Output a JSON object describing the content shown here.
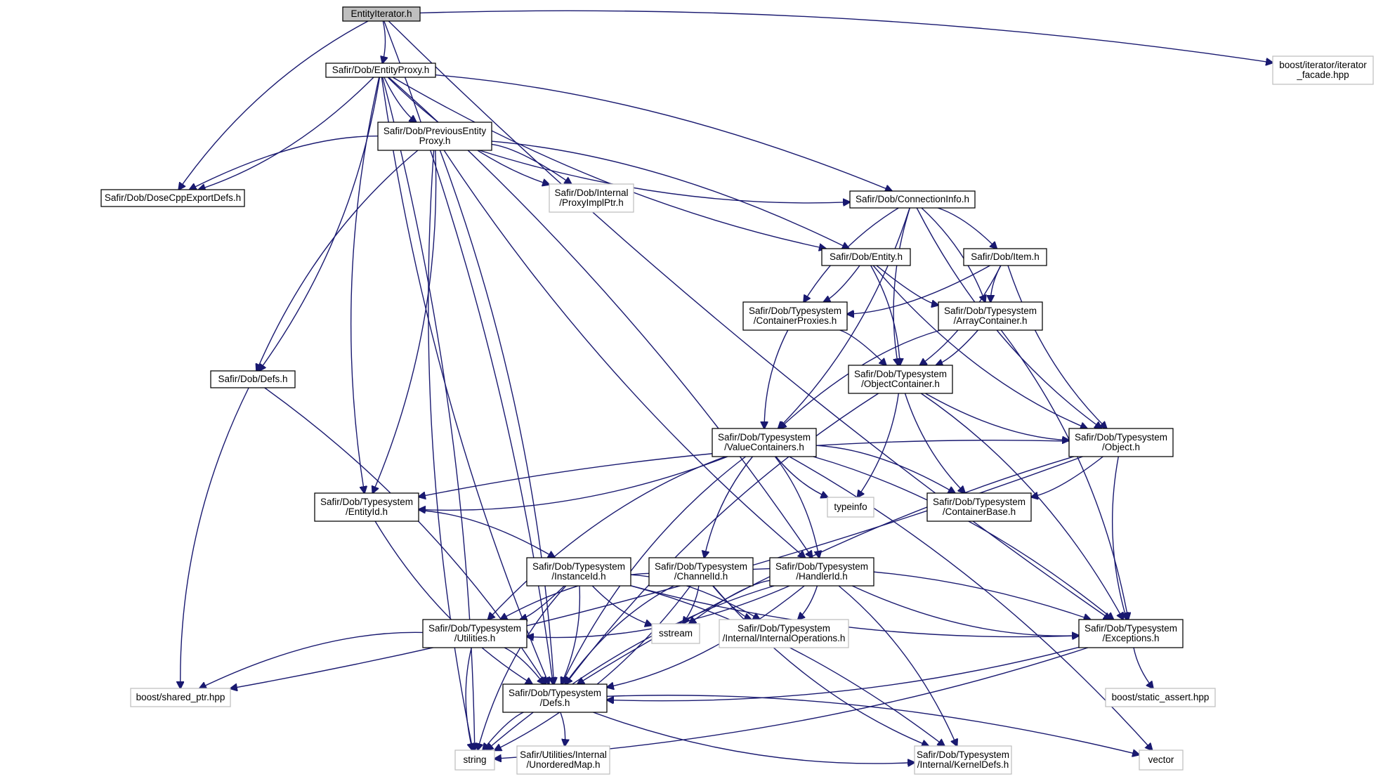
{
  "nodes": [
    {
      "id": "entityiterator",
      "lines": [
        "EntityIterator.h"
      ],
      "root": true
    },
    {
      "id": "entityproxy",
      "lines": [
        "Safir/Dob/EntityProxy.h"
      ]
    },
    {
      "id": "iterfacade",
      "lines": [
        "boost/iterator/iterator",
        "_facade.hpp"
      ],
      "external": true
    },
    {
      "id": "prevproxy",
      "lines": [
        "Safir/Dob/PreviousEntity",
        "Proxy.h"
      ]
    },
    {
      "id": "dosecpp",
      "lines": [
        "Safir/Dob/DoseCppExportDefs.h"
      ]
    },
    {
      "id": "proxyimpl",
      "lines": [
        "Safir/Dob/Internal",
        "/ProxyImplPtr.h"
      ],
      "external": true
    },
    {
      "id": "conninfo",
      "lines": [
        "Safir/Dob/ConnectionInfo.h"
      ]
    },
    {
      "id": "entity",
      "lines": [
        "Safir/Dob/Entity.h"
      ]
    },
    {
      "id": "item",
      "lines": [
        "Safir/Dob/Item.h"
      ]
    },
    {
      "id": "containerproxies",
      "lines": [
        "Safir/Dob/Typesystem",
        "/ContainerProxies.h"
      ]
    },
    {
      "id": "arraycontainer",
      "lines": [
        "Safir/Dob/Typesystem",
        "/ArrayContainer.h"
      ]
    },
    {
      "id": "dobdefs",
      "lines": [
        "Safir/Dob/Defs.h"
      ]
    },
    {
      "id": "objectcontainer",
      "lines": [
        "Safir/Dob/Typesystem",
        "/ObjectContainer.h"
      ]
    },
    {
      "id": "valuecontainers",
      "lines": [
        "Safir/Dob/Typesystem",
        "/ValueContainers.h"
      ]
    },
    {
      "id": "object",
      "lines": [
        "Safir/Dob/Typesystem",
        "/Object.h"
      ]
    },
    {
      "id": "entityid",
      "lines": [
        "Safir/Dob/Typesystem",
        "/EntityId.h"
      ]
    },
    {
      "id": "typeinfo",
      "lines": [
        "typeinfo"
      ],
      "external": true
    },
    {
      "id": "containerbase",
      "lines": [
        "Safir/Dob/Typesystem",
        "/ContainerBase.h"
      ]
    },
    {
      "id": "instanceid",
      "lines": [
        "Safir/Dob/Typesystem",
        "/InstanceId.h"
      ]
    },
    {
      "id": "channelid",
      "lines": [
        "Safir/Dob/Typesystem",
        "/ChannelId.h"
      ]
    },
    {
      "id": "handlerid",
      "lines": [
        "Safir/Dob/Typesystem",
        "/HandlerId.h"
      ]
    },
    {
      "id": "utilities",
      "lines": [
        "Safir/Dob/Typesystem",
        "/Utilities.h"
      ]
    },
    {
      "id": "sstream",
      "lines": [
        "sstream"
      ],
      "external": true
    },
    {
      "id": "internalops",
      "lines": [
        "Safir/Dob/Typesystem",
        "/Internal/InternalOperations.h"
      ],
      "external": true
    },
    {
      "id": "exceptions",
      "lines": [
        "Safir/Dob/Typesystem",
        "/Exceptions.h"
      ]
    },
    {
      "id": "sharedptr",
      "lines": [
        "boost/shared_ptr.hpp"
      ],
      "external": true
    },
    {
      "id": "tsdefs",
      "lines": [
        "Safir/Dob/Typesystem",
        "/Defs.h"
      ]
    },
    {
      "id": "staticassert",
      "lines": [
        "boost/static_assert.hpp"
      ],
      "external": true
    },
    {
      "id": "string",
      "lines": [
        "string"
      ],
      "external": true
    },
    {
      "id": "unorderedmap",
      "lines": [
        "Safir/Utilities/Internal",
        "/UnorderedMap.h"
      ],
      "external": true
    },
    {
      "id": "kerneldefs",
      "lines": [
        "Safir/Dob/Typesystem",
        "/Internal/KernelDefs.h"
      ],
      "external": true
    },
    {
      "id": "vector",
      "lines": [
        "vector"
      ],
      "external": true
    }
  ],
  "edges": [
    [
      "entityiterator",
      "entityproxy"
    ],
    [
      "entityiterator",
      "dosecpp"
    ],
    [
      "entityiterator",
      "iterfacade"
    ],
    [
      "entityiterator",
      "exceptions"
    ],
    [
      "entityiterator",
      "tsdefs"
    ],
    [
      "entityproxy",
      "prevproxy"
    ],
    [
      "entityproxy",
      "dosecpp"
    ],
    [
      "entityproxy",
      "proxyimpl"
    ],
    [
      "entityproxy",
      "conninfo"
    ],
    [
      "entityproxy",
      "entity"
    ],
    [
      "entityproxy",
      "dobdefs"
    ],
    [
      "entityproxy",
      "entityid"
    ],
    [
      "entityproxy",
      "handlerid"
    ],
    [
      "entityproxy",
      "tsdefs"
    ],
    [
      "entityproxy",
      "string"
    ],
    [
      "prevproxy",
      "dosecpp"
    ],
    [
      "prevproxy",
      "proxyimpl"
    ],
    [
      "prevproxy",
      "conninfo"
    ],
    [
      "prevproxy",
      "entity"
    ],
    [
      "prevproxy",
      "dobdefs"
    ],
    [
      "prevproxy",
      "entityid"
    ],
    [
      "prevproxy",
      "handlerid"
    ],
    [
      "prevproxy",
      "tsdefs"
    ],
    [
      "prevproxy",
      "string"
    ],
    [
      "conninfo",
      "item"
    ],
    [
      "conninfo",
      "containerproxies"
    ],
    [
      "conninfo",
      "arraycontainer"
    ],
    [
      "conninfo",
      "objectcontainer"
    ],
    [
      "conninfo",
      "valuecontainers"
    ],
    [
      "conninfo",
      "object"
    ],
    [
      "entity",
      "containerproxies"
    ],
    [
      "entity",
      "arraycontainer"
    ],
    [
      "entity",
      "objectcontainer"
    ],
    [
      "entity",
      "object"
    ],
    [
      "item",
      "containerproxies"
    ],
    [
      "item",
      "arraycontainer"
    ],
    [
      "item",
      "objectcontainer"
    ],
    [
      "item",
      "object"
    ],
    [
      "containerproxies",
      "objectcontainer"
    ],
    [
      "containerproxies",
      "valuecontainers"
    ],
    [
      "arraycontainer",
      "objectcontainer"
    ],
    [
      "arraycontainer",
      "valuecontainers"
    ],
    [
      "arraycontainer",
      "exceptions"
    ],
    [
      "dobdefs",
      "sharedptr"
    ],
    [
      "dobdefs",
      "tsdefs"
    ],
    [
      "objectcontainer",
      "object"
    ],
    [
      "objectcontainer",
      "typeinfo"
    ],
    [
      "objectcontainer",
      "containerbase"
    ],
    [
      "objectcontainer",
      "exceptions"
    ],
    [
      "objectcontainer",
      "tsdefs"
    ],
    [
      "valuecontainers",
      "entityid"
    ],
    [
      "valuecontainers",
      "typeinfo"
    ],
    [
      "valuecontainers",
      "containerbase"
    ],
    [
      "valuecontainers",
      "channelid"
    ],
    [
      "valuecontainers",
      "handlerid"
    ],
    [
      "valuecontainers",
      "utilities"
    ],
    [
      "valuecontainers",
      "exceptions"
    ],
    [
      "valuecontainers",
      "tsdefs"
    ],
    [
      "valuecontainers",
      "vector"
    ],
    [
      "object",
      "entityid"
    ],
    [
      "object",
      "containerbase"
    ],
    [
      "object",
      "exceptions"
    ],
    [
      "object",
      "sharedptr"
    ],
    [
      "object",
      "tsdefs"
    ],
    [
      "entityid",
      "instanceid"
    ],
    [
      "entityid",
      "tsdefs"
    ],
    [
      "instanceid",
      "utilities"
    ],
    [
      "instanceid",
      "sstream"
    ],
    [
      "instanceid",
      "internalops"
    ],
    [
      "instanceid",
      "exceptions"
    ],
    [
      "instanceid",
      "tsdefs"
    ],
    [
      "instanceid",
      "string"
    ],
    [
      "instanceid",
      "kerneldefs"
    ],
    [
      "channelid",
      "utilities"
    ],
    [
      "channelid",
      "sstream"
    ],
    [
      "channelid",
      "internalops"
    ],
    [
      "channelid",
      "exceptions"
    ],
    [
      "channelid",
      "tsdefs"
    ],
    [
      "channelid",
      "string"
    ],
    [
      "channelid",
      "kerneldefs"
    ],
    [
      "handlerid",
      "utilities"
    ],
    [
      "handlerid",
      "sstream"
    ],
    [
      "handlerid",
      "internalops"
    ],
    [
      "handlerid",
      "exceptions"
    ],
    [
      "handlerid",
      "tsdefs"
    ],
    [
      "handlerid",
      "string"
    ],
    [
      "handlerid",
      "kerneldefs"
    ],
    [
      "utilities",
      "sharedptr"
    ],
    [
      "utilities",
      "tsdefs"
    ],
    [
      "utilities",
      "string"
    ],
    [
      "exceptions",
      "tsdefs"
    ],
    [
      "exceptions",
      "staticassert"
    ],
    [
      "exceptions",
      "string"
    ],
    [
      "tsdefs",
      "string"
    ],
    [
      "tsdefs",
      "unorderedmap"
    ],
    [
      "tsdefs",
      "kerneldefs"
    ],
    [
      "tsdefs",
      "vector"
    ]
  ]
}
